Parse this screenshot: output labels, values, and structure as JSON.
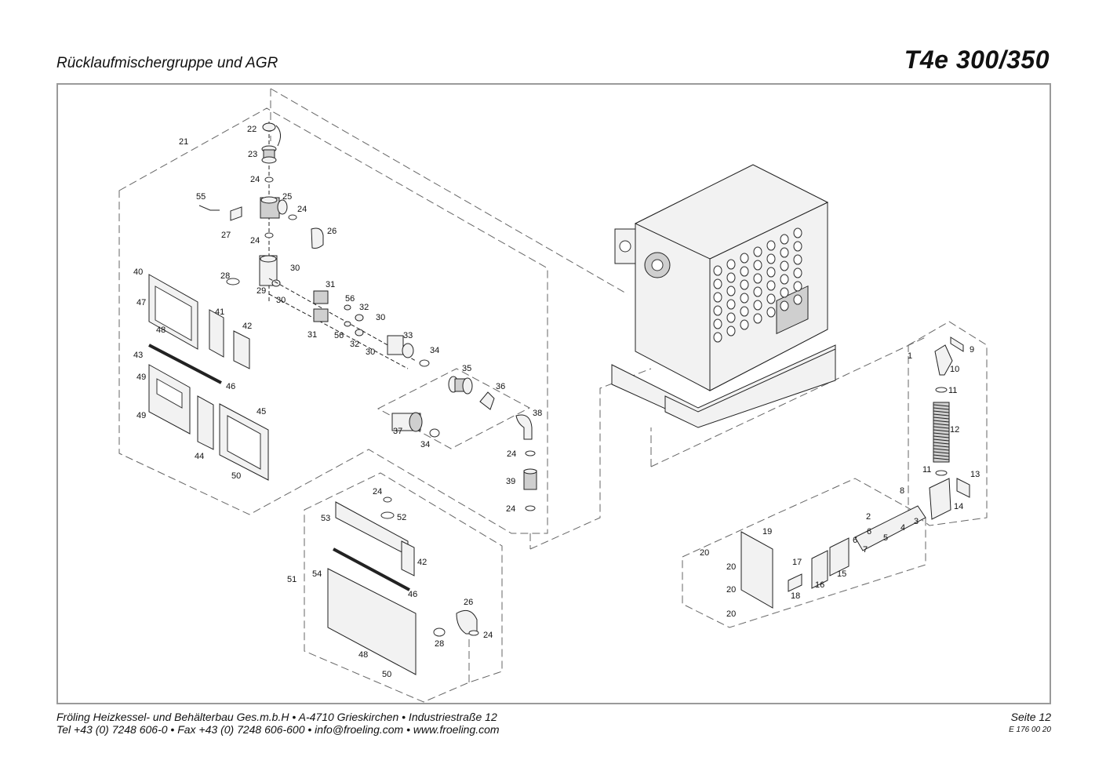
{
  "header": {
    "title": "Rücklaufmischergruppe und AGR",
    "model": "T4e 300/350"
  },
  "footer": {
    "line1": "Fröling Heizkessel- und Behälterbau Ges.m.b.H   •   A-4710 Grieskirchen   •   Industriestraße 12",
    "line2": "Tel +43 (0) 7248 606-0   •   Fax +43 (0) 7248 606-600   •   info@froeling.com   •   www.froeling.com",
    "page": "Seite 12",
    "code": "E 176 00 20"
  },
  "labels": [
    {
      "id": "l21",
      "text": "21"
    },
    {
      "id": "l22",
      "text": "22"
    },
    {
      "id": "l23",
      "text": "23"
    },
    {
      "id": "l24a",
      "text": "24"
    },
    {
      "id": "l25",
      "text": "25"
    },
    {
      "id": "l24b",
      "text": "24"
    },
    {
      "id": "l55",
      "text": "55"
    },
    {
      "id": "l27",
      "text": "27"
    },
    {
      "id": "l24c",
      "text": "24"
    },
    {
      "id": "l26a",
      "text": "26"
    },
    {
      "id": "l28a",
      "text": "28"
    },
    {
      "id": "l29",
      "text": "29"
    },
    {
      "id": "l30a",
      "text": "30"
    },
    {
      "id": "l30b",
      "text": "30"
    },
    {
      "id": "l31a",
      "text": "31"
    },
    {
      "id": "l56a",
      "text": "56"
    },
    {
      "id": "l32a",
      "text": "32"
    },
    {
      "id": "l30c",
      "text": "30"
    },
    {
      "id": "l31b",
      "text": "31"
    },
    {
      "id": "l56b",
      "text": "56"
    },
    {
      "id": "l32b",
      "text": "32"
    },
    {
      "id": "l30d",
      "text": "30"
    },
    {
      "id": "l33",
      "text": "33"
    },
    {
      "id": "l34a",
      "text": "34"
    },
    {
      "id": "l35",
      "text": "35"
    },
    {
      "id": "l36",
      "text": "36"
    },
    {
      "id": "l37",
      "text": "37"
    },
    {
      "id": "l34b",
      "text": "34"
    },
    {
      "id": "l38",
      "text": "38"
    },
    {
      "id": "l24d",
      "text": "24"
    },
    {
      "id": "l39",
      "text": "39"
    },
    {
      "id": "l24e",
      "text": "24"
    },
    {
      "id": "l40",
      "text": "40"
    },
    {
      "id": "l47",
      "text": "47"
    },
    {
      "id": "l48a",
      "text": "48"
    },
    {
      "id": "l41",
      "text": "41"
    },
    {
      "id": "l42a",
      "text": "42"
    },
    {
      "id": "l43",
      "text": "43"
    },
    {
      "id": "l46a",
      "text": "46"
    },
    {
      "id": "l49a",
      "text": "49"
    },
    {
      "id": "l49b",
      "text": "49"
    },
    {
      "id": "l45",
      "text": "45"
    },
    {
      "id": "l44",
      "text": "44"
    },
    {
      "id": "l50a",
      "text": "50"
    },
    {
      "id": "l24f",
      "text": "24"
    },
    {
      "id": "l53",
      "text": "53"
    },
    {
      "id": "l52",
      "text": "52"
    },
    {
      "id": "l42b",
      "text": "42"
    },
    {
      "id": "l51",
      "text": "51"
    },
    {
      "id": "l54",
      "text": "54"
    },
    {
      "id": "l46b",
      "text": "46"
    },
    {
      "id": "l26b",
      "text": "26"
    },
    {
      "id": "l28b",
      "text": "28"
    },
    {
      "id": "l24g",
      "text": "24"
    },
    {
      "id": "l48b",
      "text": "48"
    },
    {
      "id": "l50b",
      "text": "50"
    },
    {
      "id": "l1",
      "text": "1"
    },
    {
      "id": "l9",
      "text": "9"
    },
    {
      "id": "l10",
      "text": "10"
    },
    {
      "id": "l11a",
      "text": "11"
    },
    {
      "id": "l12",
      "text": "12"
    },
    {
      "id": "l11b",
      "text": "11"
    },
    {
      "id": "l13",
      "text": "13"
    },
    {
      "id": "l8",
      "text": "8"
    },
    {
      "id": "l14",
      "text": "14"
    },
    {
      "id": "l2",
      "text": "2"
    },
    {
      "id": "l3",
      "text": "3"
    },
    {
      "id": "l4",
      "text": "4"
    },
    {
      "id": "l5",
      "text": "5"
    },
    {
      "id": "l6a",
      "text": "6"
    },
    {
      "id": "l6b",
      "text": "6"
    },
    {
      "id": "l7",
      "text": "7"
    },
    {
      "id": "l19",
      "text": "19"
    },
    {
      "id": "l17",
      "text": "17"
    },
    {
      "id": "l15",
      "text": "15"
    },
    {
      "id": "l16",
      "text": "16"
    },
    {
      "id": "l18",
      "text": "18"
    },
    {
      "id": "l20a",
      "text": "20"
    },
    {
      "id": "l20b",
      "text": "20"
    },
    {
      "id": "l20c",
      "text": "20"
    },
    {
      "id": "l20d",
      "text": "20"
    }
  ]
}
